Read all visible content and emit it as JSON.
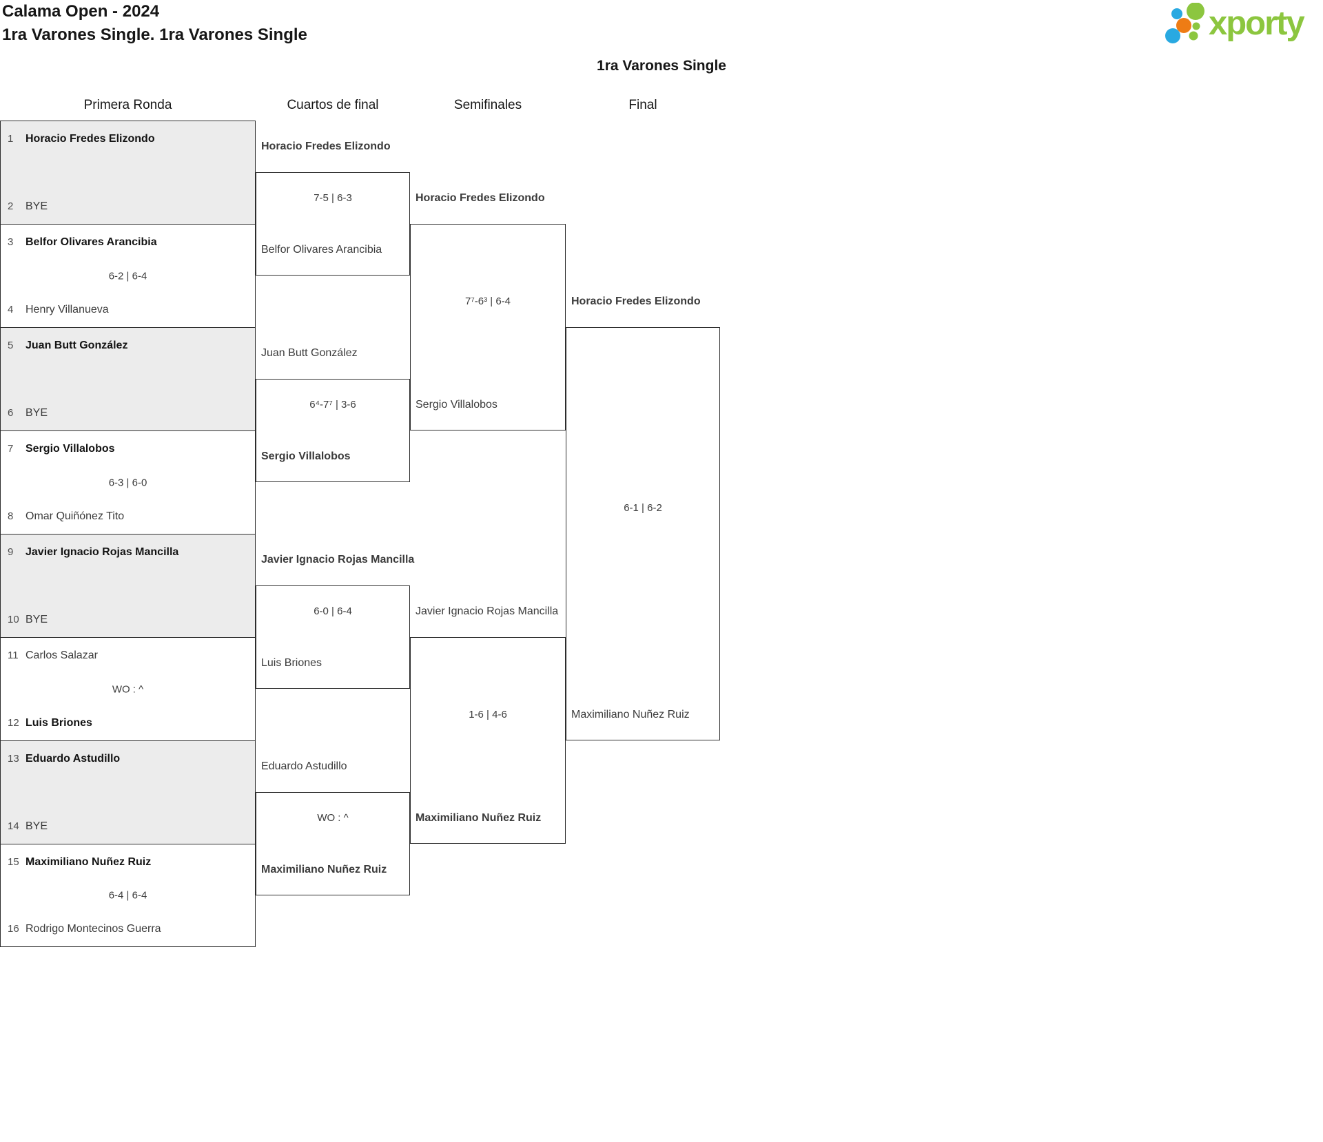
{
  "page": {
    "title": "Calama Open - 2024",
    "subtitle": "1ra Varones Single. 1ra Varones Single",
    "bracket_title": "1ra Varones Single"
  },
  "logo": {
    "text": "xporty",
    "green": "#8cc63f",
    "blue": "#29a9e1",
    "orange": "#ee7c15"
  },
  "columns": [
    {
      "label": "Primera Ronda"
    },
    {
      "label": "Cuartos de final"
    },
    {
      "label": "Semifinales"
    },
    {
      "label": "Final"
    }
  ],
  "colors": {
    "bye_fill": "#ececec",
    "border": "#2c2c2c",
    "winner_text": "#141414",
    "regular_text": "#3b3b3b"
  },
  "rounds": {
    "r1": {
      "matches": [
        {
          "bye": true,
          "p1_seed": "1",
          "p1": "Horacio Fredes Elizondo",
          "p1_win": true,
          "p2_seed": "2",
          "p2": "BYE",
          "p2_win": false,
          "score": ""
        },
        {
          "bye": false,
          "p1_seed": "3",
          "p1": "Belfor Olivares Arancibia",
          "p1_win": true,
          "p2_seed": "4",
          "p2": "Henry Villanueva",
          "p2_win": false,
          "score": "6-2 | 6-4"
        },
        {
          "bye": true,
          "p1_seed": "5",
          "p1": "Juan Butt González",
          "p1_win": true,
          "p2_seed": "6",
          "p2": "BYE",
          "p2_win": false,
          "score": ""
        },
        {
          "bye": false,
          "p1_seed": "7",
          "p1": "Sergio Villalobos",
          "p1_win": true,
          "p2_seed": "8",
          "p2": "Omar Quiñónez Tito",
          "p2_win": false,
          "score": "6-3 | 6-0"
        },
        {
          "bye": true,
          "p1_seed": "9",
          "p1": "Javier Ignacio Rojas Mancilla",
          "p1_win": true,
          "p2_seed": "10",
          "p2": "BYE",
          "p2_win": false,
          "score": ""
        },
        {
          "bye": false,
          "p1_seed": "11",
          "p1": "Carlos Salazar",
          "p1_win": false,
          "p2_seed": "12",
          "p2": "Luis Briones",
          "p2_win": true,
          "score": "WO : ^"
        },
        {
          "bye": true,
          "p1_seed": "13",
          "p1": "Eduardo Astudillo",
          "p1_win": true,
          "p2_seed": "14",
          "p2": "BYE",
          "p2_win": false,
          "score": ""
        },
        {
          "bye": false,
          "p1_seed": "15",
          "p1": "Maximiliano Nuñez Ruiz",
          "p1_win": true,
          "p2_seed": "16",
          "p2": "Rodrigo Montecinos Guerra",
          "p2_win": false,
          "score": "6-4 | 6-4"
        }
      ]
    },
    "qf": {
      "matches": [
        {
          "p1": "Horacio Fredes Elizondo",
          "p1_win": true,
          "p2": "Belfor Olivares Arancibia",
          "p2_win": false,
          "score": "7-5 | 6-3"
        },
        {
          "p1": "Juan Butt González",
          "p1_win": false,
          "p2": "Sergio Villalobos",
          "p2_win": true,
          "score": "6⁴-7⁷ | 3-6"
        },
        {
          "p1": "Javier Ignacio Rojas Mancilla",
          "p1_win": true,
          "p2": "Luis Briones",
          "p2_win": false,
          "score": "6-0 | 6-4"
        },
        {
          "p1": "Eduardo Astudillo",
          "p1_win": false,
          "p2": "Maximiliano Nuñez Ruiz",
          "p2_win": true,
          "score": "WO : ^"
        }
      ]
    },
    "sf": {
      "matches": [
        {
          "p1": "Horacio Fredes Elizondo",
          "p1_win": true,
          "p2": "Sergio Villalobos",
          "p2_win": false,
          "score": "7⁷-6³ | 6-4"
        },
        {
          "p1": "Javier Ignacio Rojas Mancilla",
          "p1_win": false,
          "p2": "Maximiliano Nuñez Ruiz",
          "p2_win": true,
          "score": "1-6 | 4-6"
        }
      ]
    },
    "final": {
      "matches": [
        {
          "p1": "Horacio Fredes Elizondo",
          "p1_win": true,
          "p2": "Maximiliano Nuñez Ruiz",
          "p2_win": false,
          "score": "6-1 | 6-2"
        }
      ]
    }
  }
}
